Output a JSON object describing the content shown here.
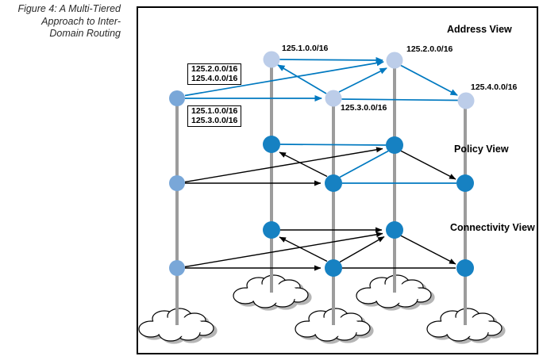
{
  "caption": {
    "lines": [
      "Figure 4: A Multi-Tiered",
      "Approach to Inter-",
      "Domain Routing"
    ]
  },
  "views": {
    "address": "Address View",
    "policy": "Policy View",
    "connectivity": "Connectivity View"
  },
  "address_labels": {
    "n1": "125.1.0.0/16",
    "n2": "125.2.0.0/16",
    "n3": "125.3.0.0/16",
    "n4": "125.4.0.0/16"
  },
  "router_boxes": {
    "top": {
      "line1": "125.2.0.0/16",
      "line2": "125.4.0.0/16"
    },
    "bottom": {
      "line1": "125.1.0.0/16",
      "line2": "125.3.0.0/16"
    }
  },
  "colors": {
    "light_node": "#bccde9",
    "medium_node": "#79a7d8",
    "dark_node": "#1681c2",
    "blue_line": "#0079c0",
    "pole": "#9c9c9c",
    "cloud_shadow": "#b5b5b5",
    "ink": "#000000"
  }
}
